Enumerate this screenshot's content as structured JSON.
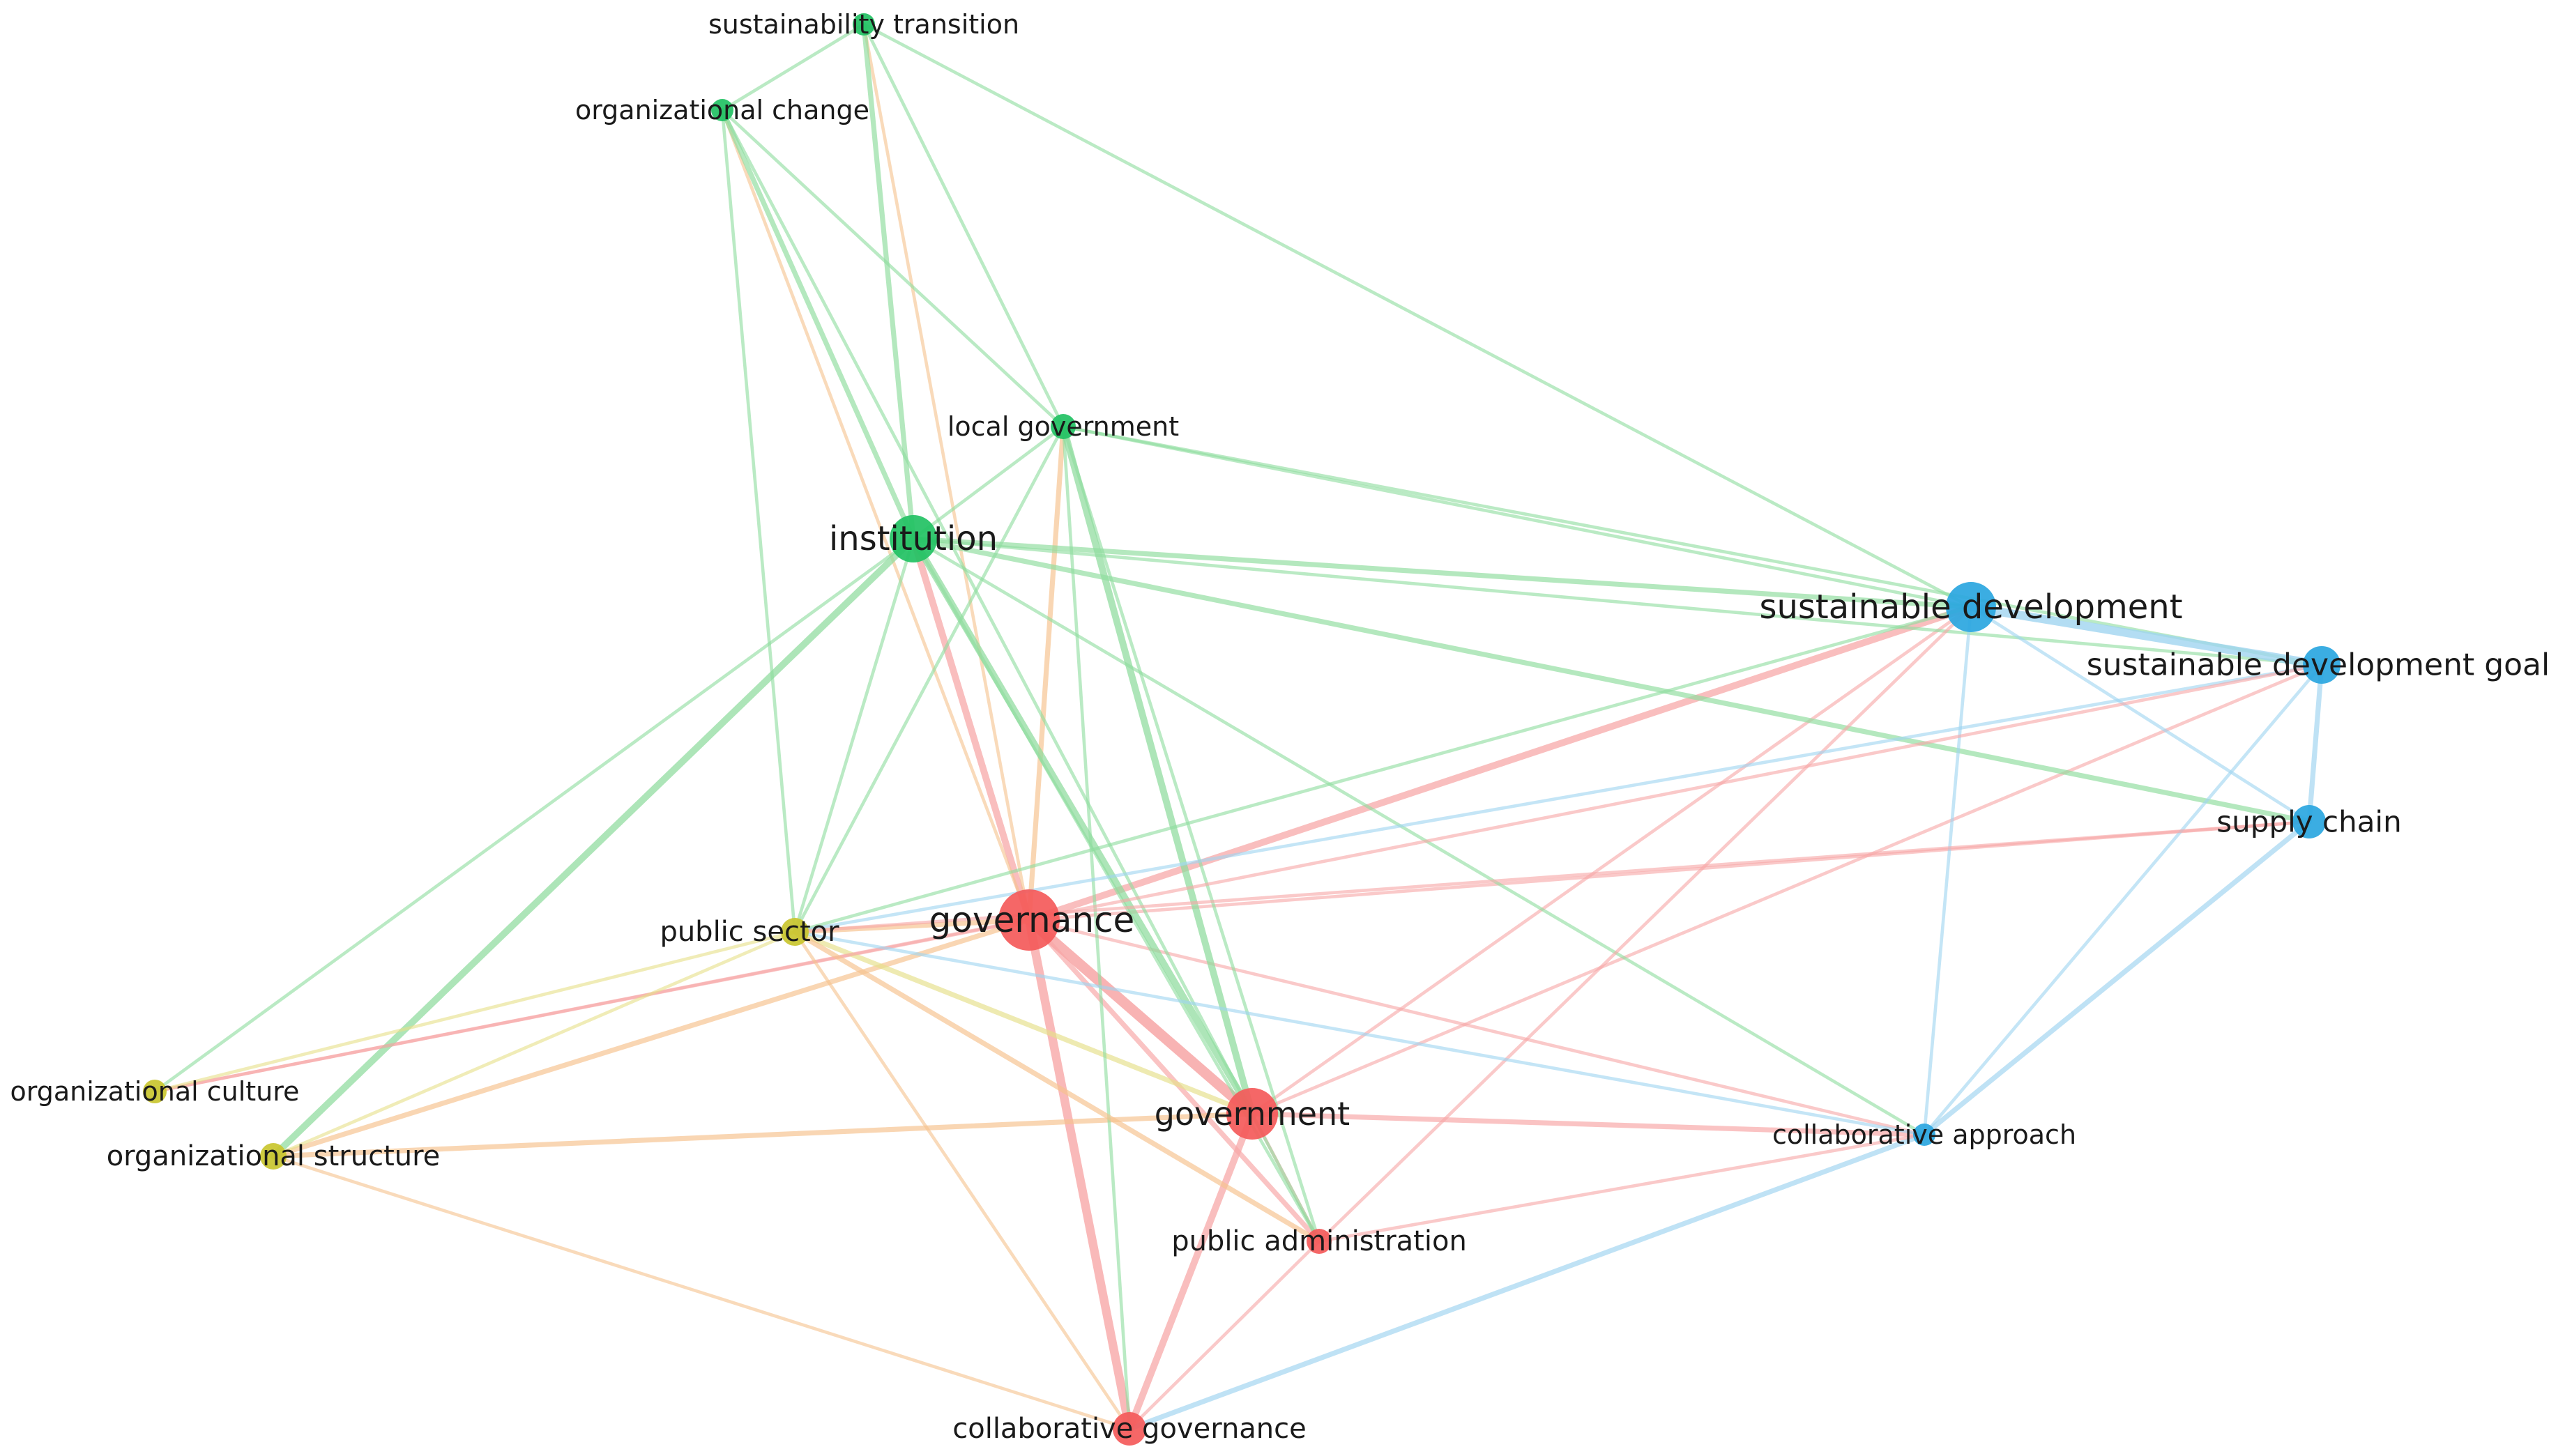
{
  "clusters": {
    "red": "#f45a5a",
    "green": "#22c163",
    "blue": "#2aa6df",
    "yellow": "#c9c52f"
  },
  "edge_colors": {
    "red": "#f7a6a6",
    "green": "#8fdc9e",
    "blue": "#9fd4f0",
    "yellow": "#e6e08a",
    "orange": "#f6c28e"
  },
  "nodes": [
    {
      "id": "sustainability-transition",
      "label": "sustainability transition",
      "cluster": "green",
      "weight": 1
    },
    {
      "id": "organizational-change",
      "label": "organizational change",
      "cluster": "green",
      "weight": 1
    },
    {
      "id": "local-government",
      "label": "local government",
      "cluster": "green",
      "weight": 1
    },
    {
      "id": "institution",
      "label": "institution",
      "cluster": "green",
      "weight": 3
    },
    {
      "id": "sustainable-development",
      "label": "sustainable development",
      "cluster": "blue",
      "weight": 3
    },
    {
      "id": "sustainable-development-goal",
      "label": "sustainable development goal",
      "cluster": "blue",
      "weight": 2
    },
    {
      "id": "supply-chain",
      "label": "supply chain",
      "cluster": "blue",
      "weight": 2
    },
    {
      "id": "collaborative-approach",
      "label": "collaborative approach",
      "cluster": "blue",
      "weight": 1
    },
    {
      "id": "governance",
      "label": "governance",
      "cluster": "red",
      "weight": 5
    },
    {
      "id": "government",
      "label": "government",
      "cluster": "red",
      "weight": 4
    },
    {
      "id": "public-administration",
      "label": "public administration",
      "cluster": "red",
      "weight": 1
    },
    {
      "id": "collaborative-governance",
      "label": "collaborative governance",
      "cluster": "red",
      "weight": 2
    },
    {
      "id": "public-sector",
      "label": "public sector",
      "cluster": "yellow",
      "weight": 1
    },
    {
      "id": "organizational-culture",
      "label": "organizational culture",
      "cluster": "yellow",
      "weight": 1
    },
    {
      "id": "organizational-structure",
      "label": "organizational structure",
      "cluster": "yellow",
      "weight": 1
    }
  ],
  "edges": [
    {
      "source": "governance",
      "target": "government",
      "strength": 5,
      "color": "red"
    },
    {
      "source": "governance",
      "target": "collaborative-governance",
      "strength": 4,
      "color": "red"
    },
    {
      "source": "governance",
      "target": "sustainable-development",
      "strength": 3,
      "color": "red"
    },
    {
      "source": "governance",
      "target": "institution",
      "strength": 3,
      "color": "red"
    },
    {
      "source": "governance",
      "target": "public-administration",
      "strength": 2,
      "color": "red"
    },
    {
      "source": "governance",
      "target": "organizational-structure",
      "strength": 2,
      "color": "orange"
    },
    {
      "source": "governance",
      "target": "public-sector",
      "strength": 2,
      "color": "orange"
    },
    {
      "source": "governance",
      "target": "local-government",
      "strength": 2,
      "color": "orange"
    },
    {
      "source": "governance",
      "target": "supply-chain",
      "strength": 1,
      "color": "red"
    },
    {
      "source": "governance",
      "target": "collaborative-approach",
      "strength": 1,
      "color": "red"
    },
    {
      "source": "governance",
      "target": "sustainability-transition",
      "strength": 1,
      "color": "orange"
    },
    {
      "source": "governance",
      "target": "organizational-change",
      "strength": 1,
      "color": "orange"
    },
    {
      "source": "governance",
      "target": "organizational-culture",
      "strength": 1,
      "color": "red"
    },
    {
      "source": "government",
      "target": "institution",
      "strength": 3,
      "color": "green"
    },
    {
      "source": "government",
      "target": "local-government",
      "strength": 3,
      "color": "green"
    },
    {
      "source": "government",
      "target": "collaborative-governance",
      "strength": 3,
      "color": "red"
    },
    {
      "source": "government",
      "target": "public-sector",
      "strength": 2,
      "color": "yellow"
    },
    {
      "source": "government",
      "target": "organizational-structure",
      "strength": 2,
      "color": "orange"
    },
    {
      "source": "government",
      "target": "collaborative-approach",
      "strength": 2,
      "color": "red"
    },
    {
      "source": "government",
      "target": "public-administration",
      "strength": 1,
      "color": "red"
    },
    {
      "source": "government",
      "target": "sustainable-development",
      "strength": 1,
      "color": "red"
    },
    {
      "source": "government",
      "target": "sustainable-development-goal",
      "strength": 1,
      "color": "red"
    },
    {
      "source": "institution",
      "target": "sustainable-development",
      "strength": 2,
      "color": "green"
    },
    {
      "source": "institution",
      "target": "sustainable-development-goal",
      "strength": 1,
      "color": "green"
    },
    {
      "source": "institution",
      "target": "supply-chain",
      "strength": 2,
      "color": "green"
    },
    {
      "source": "institution",
      "target": "organizational-structure",
      "strength": 3,
      "color": "green"
    },
    {
      "source": "institution",
      "target": "organizational-culture",
      "strength": 1,
      "color": "green"
    },
    {
      "source": "institution",
      "target": "sustainability-transition",
      "strength": 2,
      "color": "green"
    },
    {
      "source": "institution",
      "target": "organizational-change",
      "strength": 2,
      "color": "green"
    },
    {
      "source": "institution",
      "target": "local-government",
      "strength": 1,
      "color": "green"
    },
    {
      "source": "institution",
      "target": "public-sector",
      "strength": 1,
      "color": "green"
    },
    {
      "source": "institution",
      "target": "collaborative-approach",
      "strength": 1,
      "color": "green"
    },
    {
      "source": "institution",
      "target": "public-administration",
      "strength": 1,
      "color": "green"
    },
    {
      "source": "local-government",
      "target": "sustainable-development",
      "strength": 1,
      "color": "green"
    },
    {
      "source": "local-government",
      "target": "sustainable-development-goal",
      "strength": 1,
      "color": "green"
    },
    {
      "source": "local-government",
      "target": "organizational-change",
      "strength": 1,
      "color": "green"
    },
    {
      "source": "local-government",
      "target": "sustainability-transition",
      "strength": 1,
      "color": "green"
    },
    {
      "source": "local-government",
      "target": "public-sector",
      "strength": 1,
      "color": "green"
    },
    {
      "source": "local-government",
      "target": "public-administration",
      "strength": 1,
      "color": "green"
    },
    {
      "source": "local-government",
      "target": "collaborative-governance",
      "strength": 1,
      "color": "green"
    },
    {
      "source": "sustainability-transition",
      "target": "sustainable-development",
      "strength": 1,
      "color": "green"
    },
    {
      "source": "sustainability-transition",
      "target": "organizational-change",
      "strength": 1,
      "color": "green"
    },
    {
      "source": "organizational-change",
      "target": "public-sector",
      "strength": 1,
      "color": "green"
    },
    {
      "source": "organizational-change",
      "target": "public-administration",
      "strength": 1,
      "color": "green"
    },
    {
      "source": "sustainable-development",
      "target": "sustainable-development-goal",
      "strength": 4,
      "color": "blue"
    },
    {
      "source": "sustainable-development",
      "target": "supply-chain",
      "strength": 1,
      "color": "blue"
    },
    {
      "source": "sustainable-development",
      "target": "collaborative-approach",
      "strength": 1,
      "color": "blue"
    },
    {
      "source": "sustainable-development",
      "target": "public-sector",
      "strength": 1,
      "color": "green"
    },
    {
      "source": "sustainable-development",
      "target": "public-administration",
      "strength": 1,
      "color": "red"
    },
    {
      "source": "sustainable-development-goal",
      "target": "supply-chain",
      "strength": 2,
      "color": "blue"
    },
    {
      "source": "sustainable-development-goal",
      "target": "collaborative-approach",
      "strength": 1,
      "color": "blue"
    },
    {
      "source": "sustainable-development-goal",
      "target": "public-sector",
      "strength": 1,
      "color": "blue"
    },
    {
      "source": "sustainable-development-goal",
      "target": "organizational-culture",
      "strength": 1,
      "color": "red"
    },
    {
      "source": "supply-chain",
      "target": "collaborative-approach",
      "strength": 2,
      "color": "blue"
    },
    {
      "source": "supply-chain",
      "target": "public-sector",
      "strength": 1,
      "color": "red"
    },
    {
      "source": "collaborative-approach",
      "target": "collaborative-governance",
      "strength": 2,
      "color": "blue"
    },
    {
      "source": "collaborative-approach",
      "target": "public-administration",
      "strength": 1,
      "color": "red"
    },
    {
      "source": "collaborative-approach",
      "target": "public-sector",
      "strength": 1,
      "color": "blue"
    },
    {
      "source": "public-sector",
      "target": "organizational-structure",
      "strength": 1,
      "color": "yellow"
    },
    {
      "source": "public-sector",
      "target": "organizational-culture",
      "strength": 1,
      "color": "yellow"
    },
    {
      "source": "public-sector",
      "target": "public-administration",
      "strength": 2,
      "color": "orange"
    },
    {
      "source": "public-sector",
      "target": "collaborative-governance",
      "strength": 1,
      "color": "orange"
    },
    {
      "source": "organizational-structure",
      "target": "collaborative-governance",
      "strength": 1,
      "color": "orange"
    },
    {
      "source": "public-administration",
      "target": "collaborative-governance",
      "strength": 1,
      "color": "red"
    }
  ]
}
